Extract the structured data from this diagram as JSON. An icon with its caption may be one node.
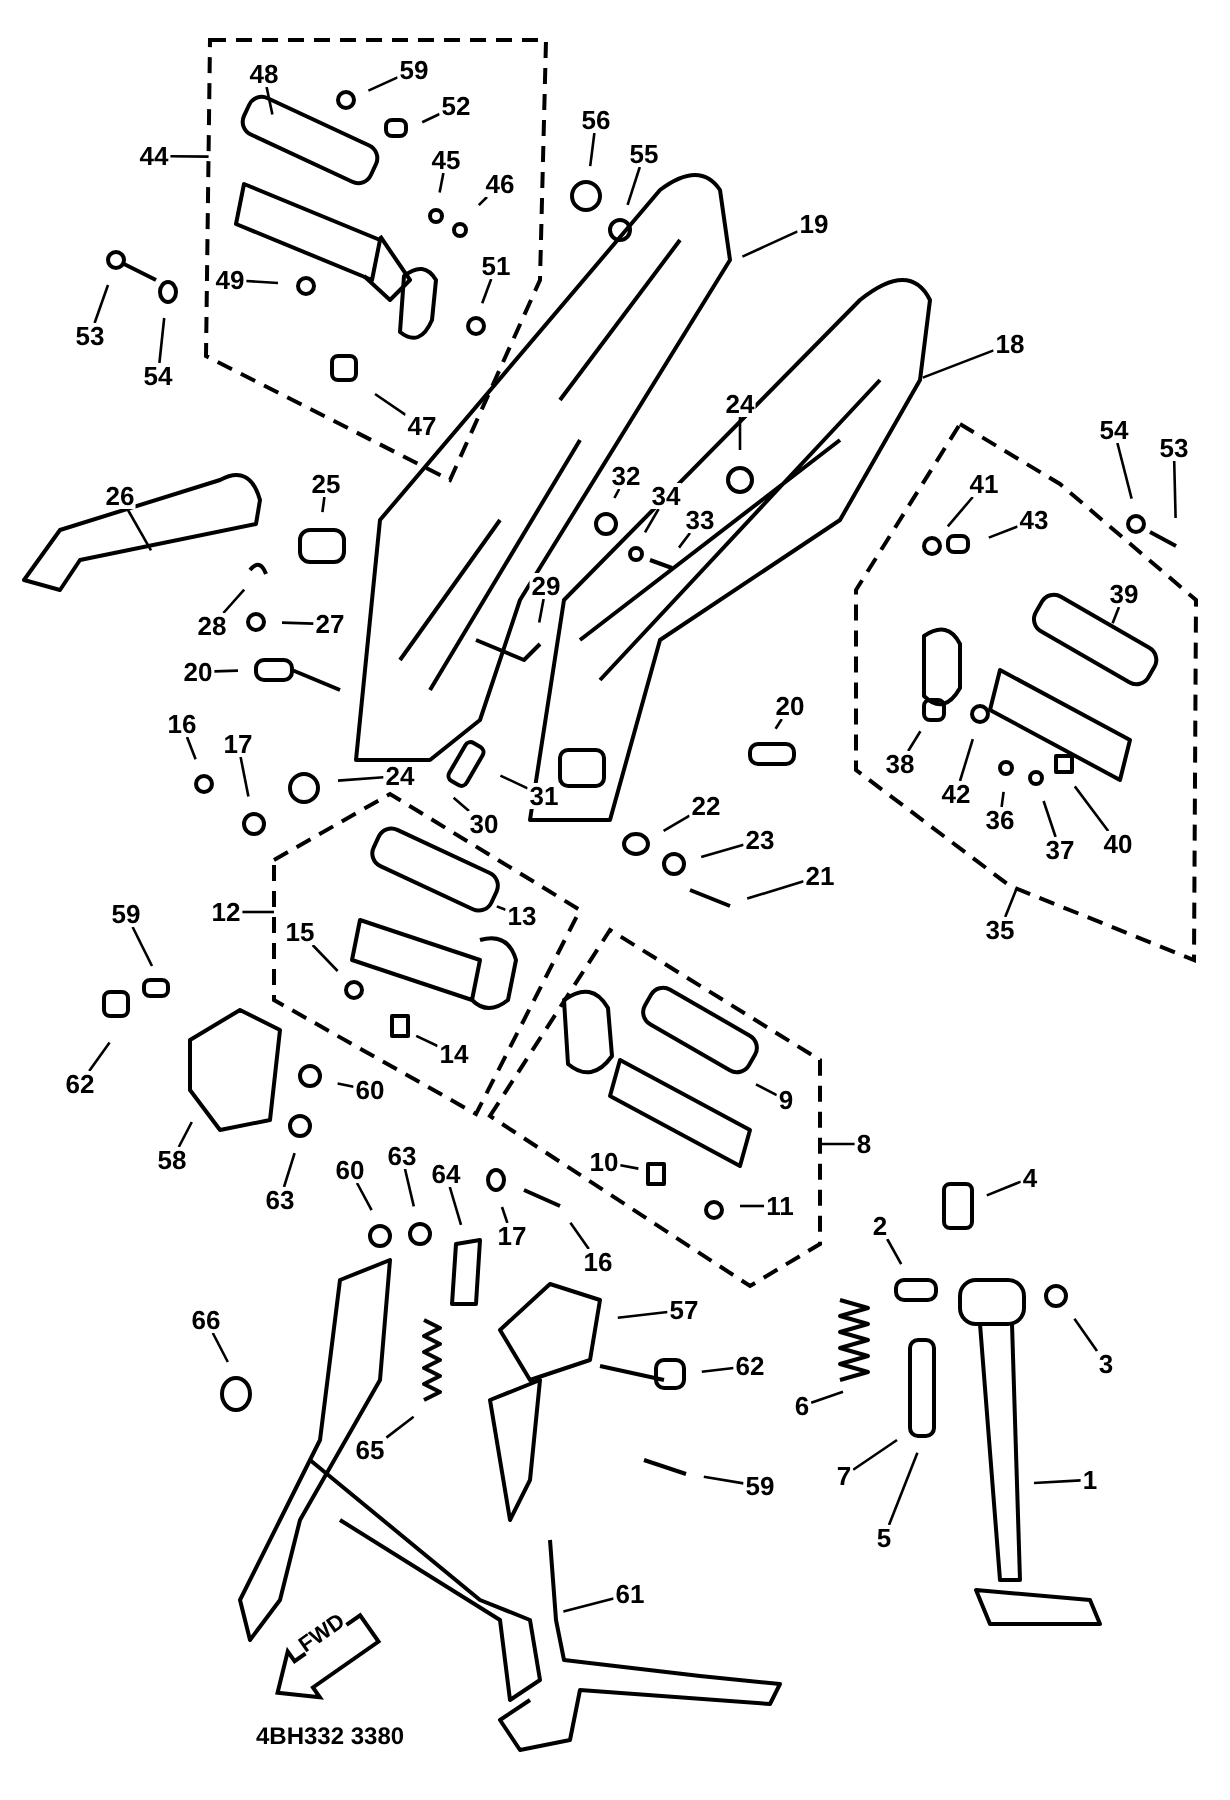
{
  "diagram": {
    "nodes": [
      {
        "text": [],
        "shape": "box"
      },
      {
        "text": [
          "48"
        ],
        "in": 0
      },
      {
        "text": [
          "59"
        ],
        "in": 0
      },
      {
        "text": [
          "52"
        ],
        "in": 0
      },
      {
        "text": [
          "45"
        ],
        "in": 0
      },
      {
        "text": [
          "46"
        ],
        "in": 0
      },
      {
        "text": [
          "51"
        ],
        "in": 0
      },
      {
        "text": [
          "49"
        ],
        "in": 0
      },
      {
        "text": [
          "47"
        ],
        "in": 0
      },
      {
        "text": [
          "44"
        ]
      },
      {
        "text": [
          "56"
        ]
      },
      {
        "text": [
          "55"
        ]
      },
      {
        "text": [
          "19"
        ]
      },
      {
        "text": [
          "53"
        ]
      },
      {
        "text": [
          "18"
        ]
      },
      {
        "text": [
          "54"
        ]
      },
      {
        "text": [
          "24"
        ]
      },
      {
        "text": [],
        "shape": "box"
      },
      {
        "text": [
          "41"
        ],
        "in": 17
      },
      {
        "text": [
          "43"
        ],
        "in": 17
      },
      {
        "text": [
          "39"
        ],
        "in": 17
      },
      {
        "text": [
          "38"
        ],
        "in": 17
      },
      {
        "text": [
          "42"
        ],
        "in": 17
      },
      {
        "text": [
          "36"
        ],
        "in": 17
      },
      {
        "text": [
          "37"
        ],
        "in": 17
      },
      {
        "text": [
          "40"
        ],
        "in": 17
      },
      {
        "text": [
          "54"
        ]
      },
      {
        "text": [
          "53"
        ]
      },
      {
        "text": [
          "32"
        ]
      },
      {
        "text": [
          "25"
        ]
      },
      {
        "text": [
          "26"
        ]
      },
      {
        "text": [
          "34"
        ]
      },
      {
        "text": [
          "33"
        ]
      },
      {
        "text": [
          "29"
        ]
      },
      {
        "text": [
          "28"
        ]
      },
      {
        "text": [
          "27"
        ]
      },
      {
        "text": [
          "20"
        ]
      },
      {
        "text": [
          "20"
        ]
      },
      {
        "text": [
          "16"
        ]
      },
      {
        "text": [
          "17"
        ]
      },
      {
        "text": [
          "24"
        ]
      },
      {
        "text": [
          "31"
        ]
      },
      {
        "text": [
          "22"
        ]
      },
      {
        "text": [
          "30"
        ]
      },
      {
        "text": [
          "23"
        ]
      },
      {
        "text": [
          "21"
        ]
      },
      {
        "text": [],
        "shape": "box"
      },
      {
        "text": [
          "13"
        ],
        "in": 46
      },
      {
        "text": [
          "15"
        ],
        "in": 46
      },
      {
        "text": [
          "14"
        ],
        "in": 46
      },
      {
        "text": [
          "12"
        ]
      },
      {
        "text": [
          "59"
        ]
      },
      {
        "text": [
          "35"
        ]
      },
      {
        "text": [],
        "shape": "box"
      },
      {
        "text": [
          "9"
        ],
        "in": 53
      },
      {
        "text": [
          "10"
        ],
        "in": 53
      },
      {
        "text": [
          "11"
        ],
        "in": 53
      },
      {
        "text": [
          "62"
        ]
      },
      {
        "text": [
          "60"
        ]
      },
      {
        "text": [
          "8"
        ]
      },
      {
        "text": [
          "58"
        ]
      },
      {
        "text": [
          "60"
        ]
      },
      {
        "text": [
          "63"
        ]
      },
      {
        "text": [
          "64"
        ]
      },
      {
        "text": [
          "4"
        ]
      },
      {
        "text": [
          "63"
        ]
      },
      {
        "text": [
          "2"
        ]
      },
      {
        "text": [
          "17"
        ]
      },
      {
        "text": [
          "16"
        ]
      },
      {
        "text": [
          "57"
        ]
      },
      {
        "text": [
          "66"
        ]
      },
      {
        "text": [
          "62"
        ]
      },
      {
        "text": [
          "3"
        ]
      },
      {
        "text": [
          "6"
        ]
      },
      {
        "text": [
          "65"
        ]
      },
      {
        "text": [
          "7"
        ]
      },
      {
        "text": [
          "1"
        ]
      },
      {
        "text": [
          "59"
        ]
      },
      {
        "text": [
          "5"
        ]
      },
      {
        "text": [
          "61"
        ]
      }
    ],
    "edges": [
      {
        "from": 1,
        "to": null,
        "arrow": "none"
      },
      {
        "from": 2,
        "to": null,
        "arrow": "none"
      },
      {
        "from": 3,
        "to": null,
        "arrow": "none"
      },
      {
        "from": 4,
        "to": null,
        "arrow": "none"
      },
      {
        "from": 5,
        "to": null,
        "arrow": "none"
      },
      {
        "from": 6,
        "to": null,
        "arrow": "none"
      },
      {
        "from": 7,
        "to": null,
        "arrow": "none"
      },
      {
        "from": 8,
        "to": null,
        "arrow": "none"
      },
      {
        "from": 9,
        "to": 0,
        "arrow": "none"
      },
      {
        "from": 10,
        "to": null,
        "arrow": "none"
      },
      {
        "from": 11,
        "to": null,
        "arrow": "none"
      },
      {
        "from": 12,
        "to": null,
        "arrow": "none"
      },
      {
        "from": 13,
        "to": null,
        "arrow": "none"
      },
      {
        "from": 14,
        "to": null,
        "arrow": "none"
      },
      {
        "from": 15,
        "to": null,
        "arrow": "none"
      },
      {
        "from": 16,
        "to": null,
        "arrow": "none"
      },
      {
        "from": 18,
        "to": null,
        "arrow": "none"
      },
      {
        "from": 19,
        "to": null,
        "arrow": "none"
      },
      {
        "from": 20,
        "to": null,
        "arrow": "none"
      },
      {
        "from": 21,
        "to": null,
        "arrow": "none"
      },
      {
        "from": 22,
        "to": null,
        "arrow": "none"
      },
      {
        "from": 23,
        "to": null,
        "arrow": "none"
      },
      {
        "from": 24,
        "to": null,
        "arrow": "none"
      },
      {
        "from": 25,
        "to": null,
        "arrow": "none"
      },
      {
        "from": 26,
        "to": null,
        "arrow": "none"
      },
      {
        "from": 27,
        "to": null,
        "arrow": "none"
      },
      {
        "from": 28,
        "to": null,
        "arrow": "none"
      },
      {
        "from": 29,
        "to": null,
        "arrow": "none"
      },
      {
        "from": 30,
        "to": null,
        "arrow": "none"
      },
      {
        "from": 31,
        "to": null,
        "arrow": "none"
      },
      {
        "from": 32,
        "to": null,
        "arrow": "none"
      },
      {
        "from": 33,
        "to": null,
        "arrow": "none"
      },
      {
        "from": 34,
        "to": null,
        "arrow": "none"
      },
      {
        "from": 35,
        "to": null,
        "arrow": "none"
      },
      {
        "from": 36,
        "to": null,
        "arrow": "none"
      },
      {
        "from": 37,
        "to": null,
        "arrow": "none"
      },
      {
        "from": 38,
        "to": null,
        "arrow": "none"
      },
      {
        "from": 39,
        "to": null,
        "arrow": "none"
      },
      {
        "from": 40,
        "to": null,
        "arrow": "none"
      },
      {
        "from": 41,
        "to": null,
        "arrow": "none"
      },
      {
        "from": 42,
        "to": null,
        "arrow": "none"
      },
      {
        "from": 43,
        "to": null,
        "arrow": "none"
      },
      {
        "from": 44,
        "to": null,
        "arrow": "none"
      },
      {
        "from": 45,
        "to": null,
        "arrow": "none"
      },
      {
        "from": 47,
        "to": null,
        "arrow": "none"
      },
      {
        "from": 48,
        "to": null,
        "arrow": "none"
      },
      {
        "from": 49,
        "to": null,
        "arrow": "none"
      },
      {
        "from": 50,
        "to": 46,
        "arrow": "none"
      },
      {
        "from": 51,
        "to": null,
        "arrow": "none"
      },
      {
        "from": 52,
        "to": 17,
        "arrow": "none"
      },
      {
        "from": 54,
        "to": null,
        "arrow": "none"
      },
      {
        "from": 55,
        "to": null,
        "arrow": "none"
      },
      {
        "from": 56,
        "to": null,
        "arrow": "none"
      },
      {
        "from": 57,
        "to": null,
        "arrow": "none"
      },
      {
        "from": 58,
        "to": null,
        "arrow": "none"
      },
      {
        "from": 59,
        "to": 53,
        "arrow": "none"
      },
      {
        "from": 60,
        "to": null,
        "arrow": "none"
      },
      {
        "from": 61,
        "to": null,
        "arrow": "none"
      },
      {
        "from": 62,
        "to": null,
        "arrow": "none"
      },
      {
        "from": 63,
        "to": null,
        "arrow": "none"
      },
      {
        "from": 64,
        "to": null,
        "arrow": "none"
      },
      {
        "from": 65,
        "to": null,
        "arrow": "none"
      },
      {
        "from": 66,
        "to": null,
        "arrow": "none"
      },
      {
        "from": 67,
        "to": null,
        "arrow": "none"
      },
      {
        "from": 68,
        "to": null,
        "arrow": "none"
      },
      {
        "from": 69,
        "to": null,
        "arrow": "none"
      },
      {
        "from": 70,
        "to": null,
        "arrow": "none"
      },
      {
        "from": 71,
        "to": null,
        "arrow": "none"
      },
      {
        "from": 72,
        "to": null,
        "arrow": "none"
      },
      {
        "from": 73,
        "to": null,
        "arrow": "none"
      },
      {
        "from": 74,
        "to": null,
        "arrow": "none"
      },
      {
        "from": 75,
        "to": null,
        "arrow": "none"
      },
      {
        "from": 76,
        "to": null,
        "arrow": "none"
      },
      {
        "from": 77,
        "to": null,
        "arrow": "none"
      },
      {
        "from": 78,
        "to": null,
        "arrow": "none"
      },
      {
        "from": 79,
        "to": null,
        "arrow": "none"
      }
    ],
    "labels": [
      "FWD",
      "4BH332 3380"
    ]
  }
}
